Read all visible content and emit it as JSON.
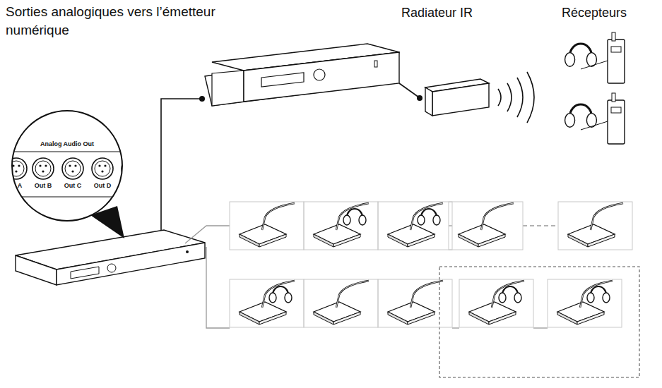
{
  "diagram": {
    "title": "Sorties analogiques vers l’émetteur numérique",
    "nodes": [
      {
        "text": [
          "Analog Audio Out",
          "A",
          "Out B",
          "Out C",
          "Out D"
        ]
      },
      {
        "text": [
          "Radiateur IR"
        ]
      },
      {
        "text": [
          "Récepteurs"
        ]
      }
    ]
  }
}
